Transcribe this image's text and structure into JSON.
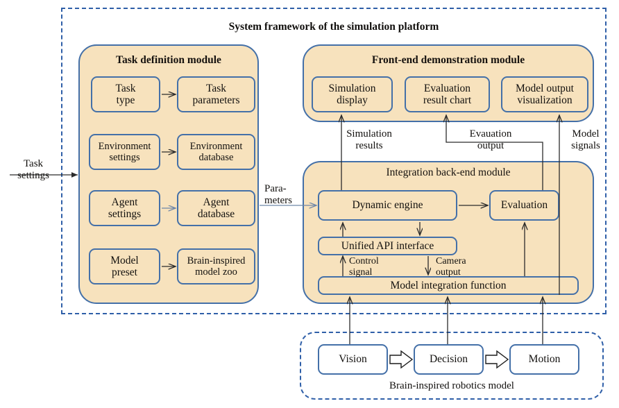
{
  "diagram": {
    "title": "System framework of the simulation platform",
    "bottom_group_caption": "Brain-inspired robotics model",
    "colors": {
      "panel_fill": "#f7e2bd",
      "box_border": "#4470a8",
      "dashed_border": "#2f5fa8",
      "white_fill": "#ffffff",
      "arrow": "#2b2b2b"
    }
  },
  "modules": {
    "task_definition": {
      "title": "Task definition module",
      "boxes": [
        {
          "label": "Task\ntype"
        },
        {
          "label": "Task\nparameters"
        },
        {
          "label": "Environment\nsettings"
        },
        {
          "label": "Environment\ndatabase"
        },
        {
          "label": "Agent\nsettings"
        },
        {
          "label": "Agent\ndatabase"
        },
        {
          "label": "Model\npreset"
        },
        {
          "label": "Brain-inspired\nmodel zoo"
        }
      ]
    },
    "frontend": {
      "title": "Front-end demonstration module",
      "boxes": [
        {
          "label": "Simulation\ndisplay"
        },
        {
          "label": "Evaluation\nresult chart"
        },
        {
          "label": "Model output\nvisualization"
        }
      ]
    },
    "backend": {
      "title": "Integration back-end module",
      "boxes": [
        {
          "label": "Dynamic engine"
        },
        {
          "label": "Evaluation"
        },
        {
          "label": "Unified API interface"
        },
        {
          "label": "Model integration function"
        }
      ]
    },
    "robotics": {
      "caption": "Brain-inspired robotics model",
      "boxes": [
        {
          "label": "Vision"
        },
        {
          "label": "Decision"
        },
        {
          "label": "Motion"
        }
      ]
    }
  },
  "edge_labels": {
    "task_settings": "Task\nsettings",
    "parameters": "Para-\nmeters",
    "simulation_results": "Simulation\nresults",
    "evaluation_output": "Evauation\noutput",
    "model_signals": "Model\nsignals",
    "control_signal": "Control\nsignal",
    "camera_output": "Camera\noutput"
  }
}
